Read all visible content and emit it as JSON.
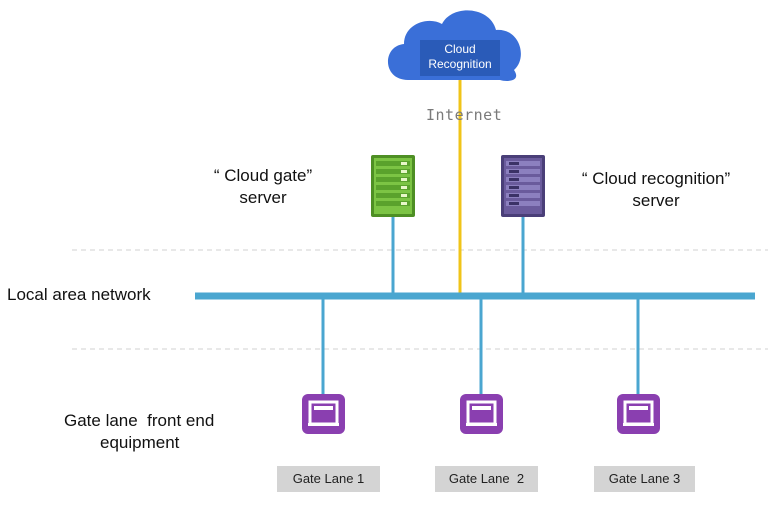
{
  "cloud": {
    "line1": "Cloud",
    "line2": "Recognition"
  },
  "internet_label": "Internet",
  "cloud_gate_server": {
    "line1": "“ Cloud gate”",
    "line2": "server"
  },
  "cloud_recognition_server": {
    "line1": "“ Cloud recognition”",
    "line2": "server"
  },
  "lan_label": "Local area network",
  "front_end_label": {
    "line1": "Gate lane  front end",
    "line2": "equipment"
  },
  "gate_lanes": [
    "Gate Lane 1",
    "Gate Lane  2",
    "Gate Lane 3"
  ],
  "colors": {
    "cloud": "#3a6fd8",
    "cloud_box": "#2a5bb8",
    "lan": "#4aa6d0",
    "internet_line": "#f0c419",
    "gate_server": "#6cb83a",
    "recognition_server": "#6a5b9c",
    "gate_device": "#8a3fb0",
    "dashed": "#d0d0d0"
  },
  "icons": {
    "cloud": "cloud-icon",
    "gate_server": "server-rack-icon",
    "recognition_server": "server-rack-icon",
    "gate_device": "gate-turnstile-icon"
  }
}
